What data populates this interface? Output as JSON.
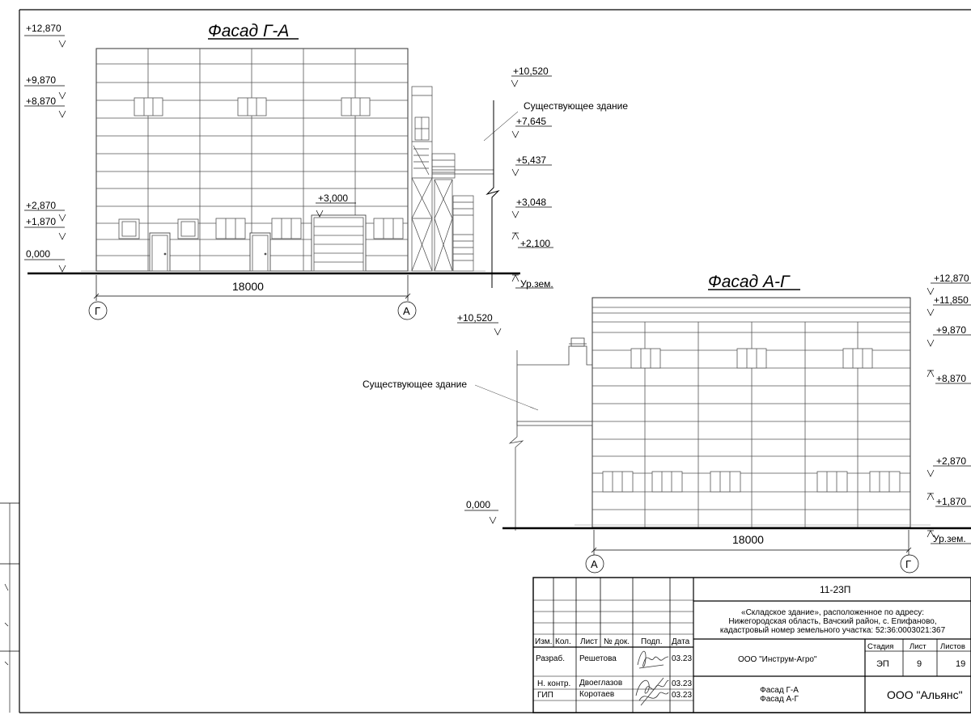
{
  "facade_ga": {
    "title": "Фасад Г-А",
    "width_dim": "18000",
    "axis_left": "Г",
    "axis_right": "А",
    "levels_left": [
      "+12,870",
      "+9,870",
      "+8,870",
      "+2,870",
      "+1,870",
      "0,000"
    ],
    "door_level": "+3,000",
    "existing_levels": [
      "+10,520",
      "+7,645",
      "+5,437",
      "+3,048",
      "+2,100",
      "Ур.зем."
    ],
    "existing_label": "Существующее здание"
  },
  "facade_ag": {
    "title": "Фасад А-Г",
    "width_dim": "18000",
    "axis_left": "А",
    "axis_right": "Г",
    "levels_right": [
      "+12,870",
      "+11,850",
      "+9,870",
      "+8,870",
      "+2,870",
      "+1,870",
      "Ур.зем."
    ],
    "existing_level": "+10,520",
    "ground_level": "0,000",
    "existing_label": "Существующее здание"
  },
  "stamp": {
    "code": "11-23П",
    "project_lines": [
      "«Складское здание», расположенное по адресу:",
      "Нижегородская область, Вачский район, с. Епифаново,",
      "кадастровый номер земельного участка: 52:36:0003021:367"
    ],
    "headers": [
      "Изм.",
      "Кол.",
      "Лист",
      "№ док.",
      "Подп.",
      "Дата"
    ],
    "rows": [
      {
        "role": "Разраб.",
        "name": "Решетова",
        "date": "03.23"
      },
      {
        "role": "Н. контр.",
        "name": "Двоеглазов",
        "date": "03.23"
      },
      {
        "role": "ГИП",
        "name": "Коротаев",
        "date": "03.23"
      }
    ],
    "company_client": "ООО \"Инструм-Агро\"",
    "stage_header": "Стадия",
    "sheet_header": "Лист",
    "sheets_header": "Листов",
    "stage": "ЭП",
    "sheet": "9",
    "sheets": "19",
    "sheet_titles": [
      "Фасад Г-А",
      "Фасад А-Г"
    ],
    "company": "ООО \"Альянс\""
  }
}
